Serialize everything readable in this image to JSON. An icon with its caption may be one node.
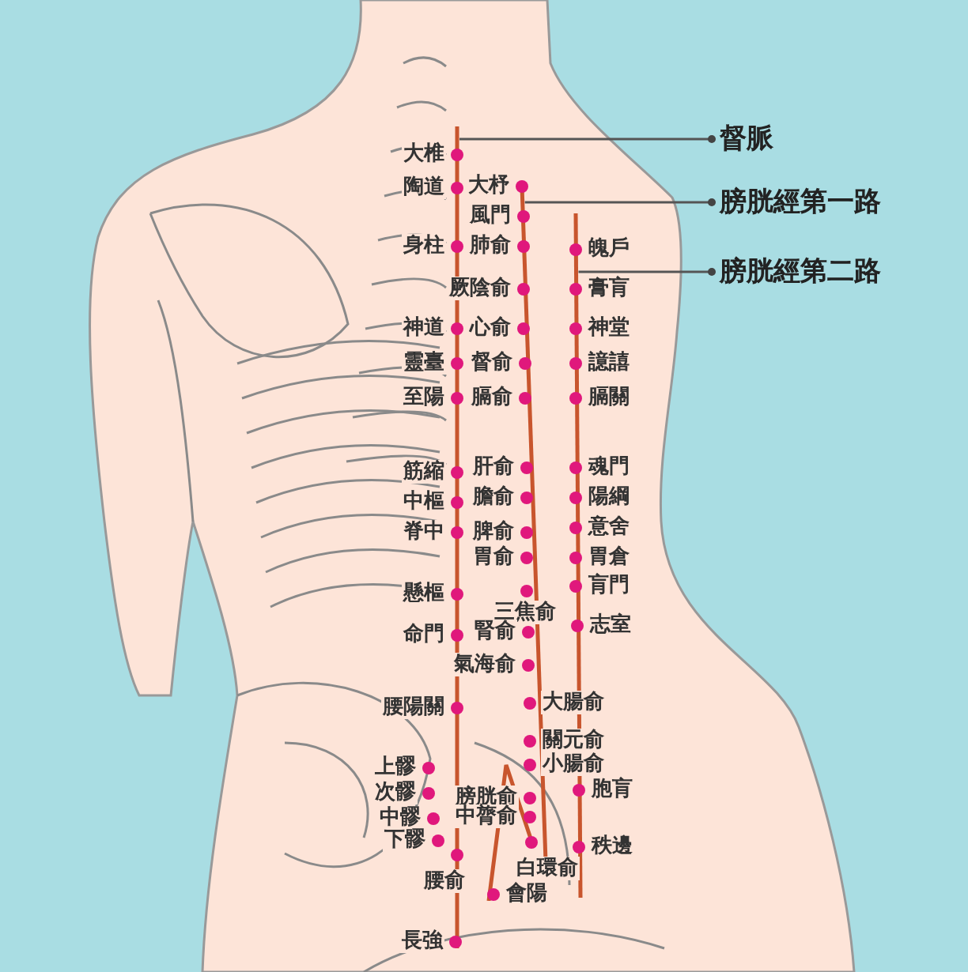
{
  "diagram": {
    "nodes": [
      {
        "text": [
          "督脈"
        ]
      },
      {
        "text": [
          "膀胱經第一路"
        ]
      },
      {
        "text": [
          "膀胱經第二路"
        ]
      },
      {
        "text": [],
        "shape": "line"
      },
      {
        "text": [],
        "shape": "line"
      },
      {
        "text": [],
        "shape": "line"
      }
    ],
    "edges": [
      {
        "from": 0,
        "to": 3,
        "arrow": "other"
      },
      {
        "from": 1,
        "to": 4,
        "arrow": "other"
      },
      {
        "from": 2,
        "to": 5,
        "arrow": "other"
      }
    ],
    "labels": [
      "大椎",
      "陶道",
      "大杼",
      "風門",
      "身柱",
      "肺俞",
      "魄戶",
      "厥陰俞",
      "膏肓",
      "神道",
      "心俞",
      "神堂",
      "靈臺",
      "督俞",
      "譩譆",
      "至陽",
      "膈俞",
      "膈關",
      "筋縮",
      "肝俞",
      "魂門",
      "中樞",
      "膽俞",
      "陽綱",
      "脊中",
      "脾俞",
      "意舍",
      "胃俞",
      "胃倉",
      "懸樞",
      "肓門",
      "三焦俞",
      "志室",
      "命門",
      "腎俞",
      "氣海俞",
      "腰陽關",
      "大腸俞",
      "關元俞",
      "上髎",
      "小腸俞",
      "次髎",
      "膀胱俞",
      "胞肓",
      "中髎",
      "中膂俞",
      "下髎",
      "白環俞",
      "秩邊",
      "腰俞",
      "會陽",
      "長強"
    ]
  }
}
